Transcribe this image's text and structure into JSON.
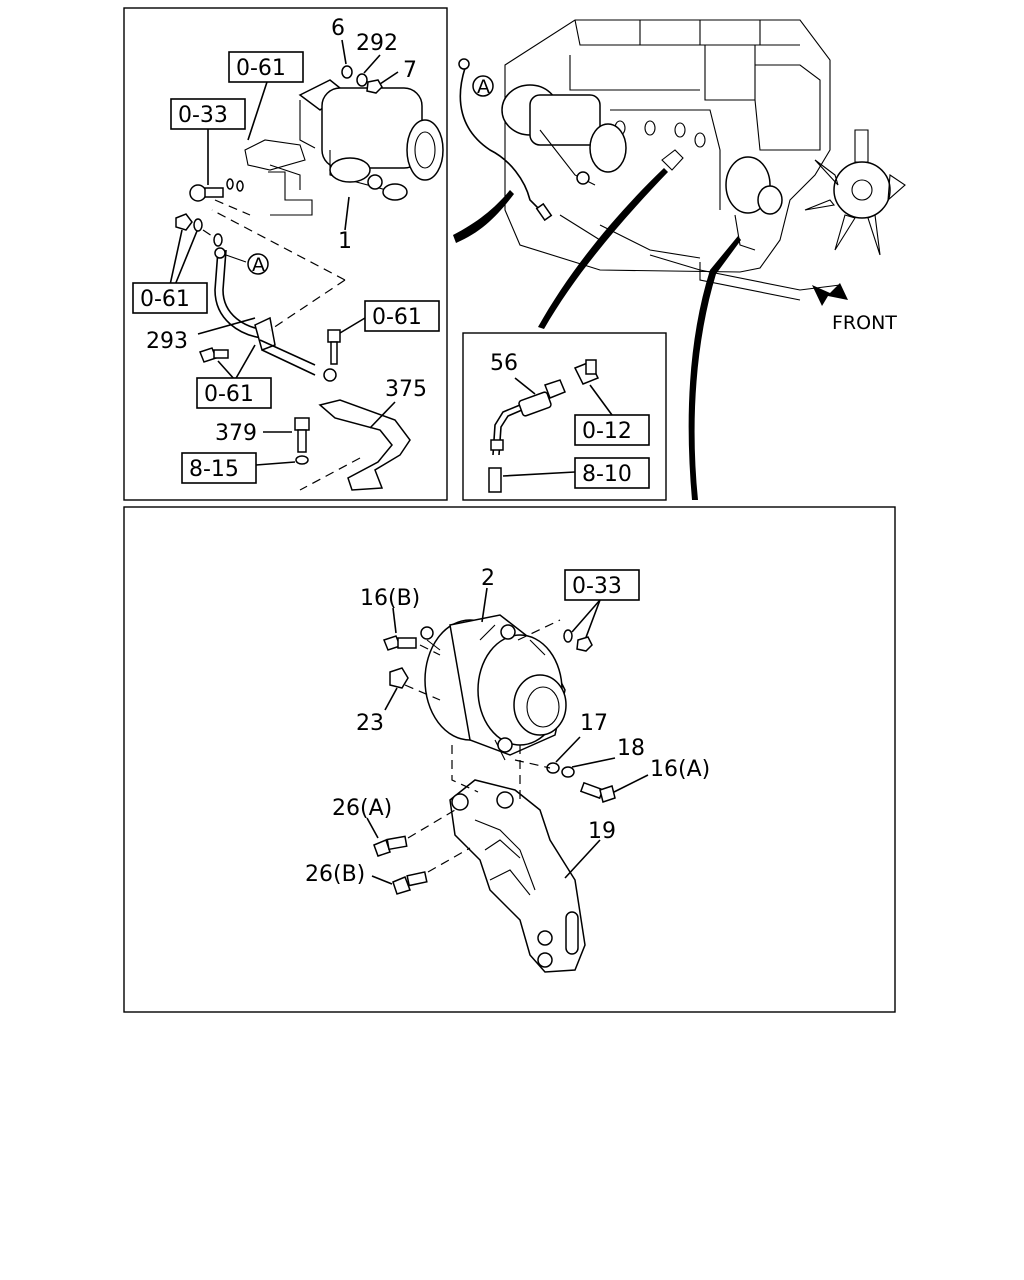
{
  "diagram": {
    "front_label": "FRONT",
    "callout_letter": "A",
    "callouts_starter": [
      "6",
      "292",
      "7",
      "1",
      "293",
      "375",
      "379"
    ],
    "ref_boxes_starter": [
      "0-61",
      "0-33",
      "0-61",
      "0-61",
      "0-61",
      "8-15"
    ],
    "callouts_sensor": [
      "56"
    ],
    "ref_boxes_sensor": [
      "0-12",
      "8-10"
    ],
    "callouts_alternator": [
      "2",
      "16(B)",
      "23",
      "17",
      "18",
      "16(A)",
      "26(A)",
      "26(B)",
      "19"
    ],
    "ref_boxes_alternator": [
      "0-33"
    ]
  }
}
